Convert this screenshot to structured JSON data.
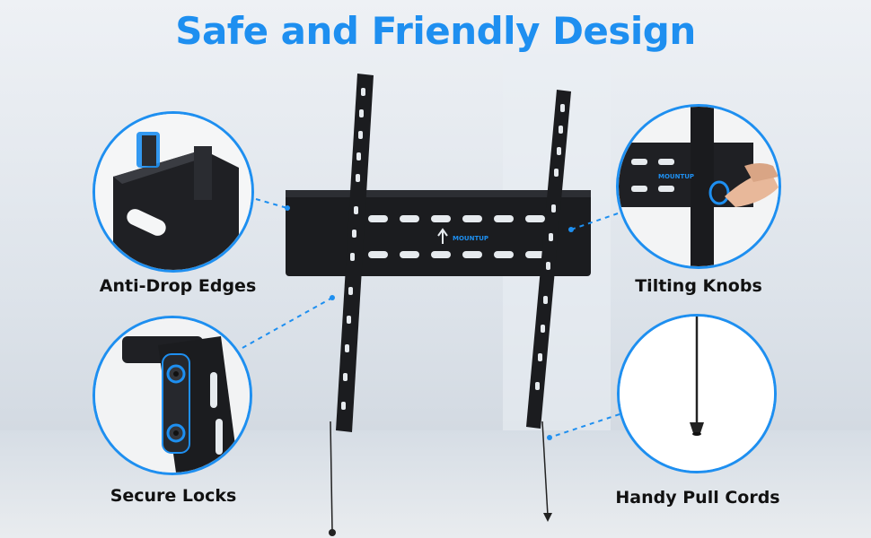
{
  "title": "Safe and Friendly Design",
  "features": {
    "anti_drop": "Anti-Drop Edges",
    "tilting": "Tilting Knobs",
    "locks": "Secure Locks",
    "cords": "Handy Pull Cords"
  },
  "brand": "MOUNTUP",
  "colors": {
    "accent": "#1e8ff0",
    "mount": "#1b1c1f"
  }
}
